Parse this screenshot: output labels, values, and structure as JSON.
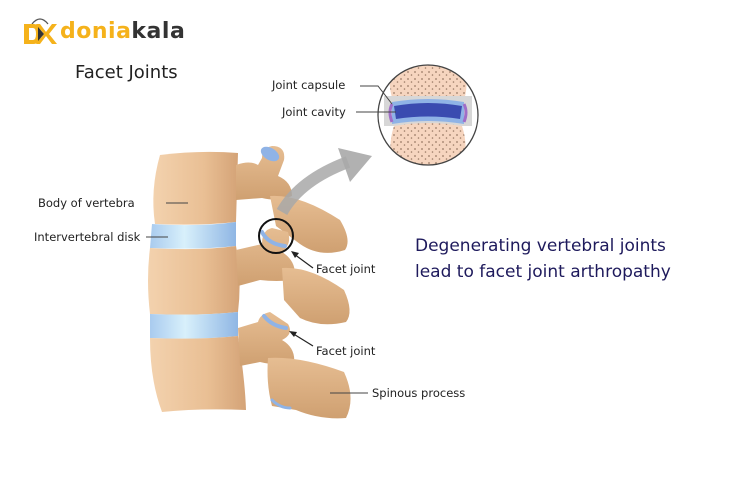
{
  "logo": {
    "mark": "DK",
    "text_primary": "donia",
    "text_secondary": "kala",
    "brand_color": "#f5b21b",
    "secondary_color": "#333333"
  },
  "title": "Facet Joints",
  "labels": {
    "joint_capsule": "Joint capsule",
    "joint_cavity": "Joint cavity",
    "body_of_vertebra": "Body of vertebra",
    "intervertebral_disk": "Intervertebral disk",
    "facet_joint_upper": "Facet joint",
    "facet_joint_lower": "Facet joint",
    "spinous_process": "Spinous process"
  },
  "headline": {
    "line1": "Degenerating vertebral joints",
    "line2": "lead to facet joint arthropathy",
    "color": "#1e1a5c"
  },
  "colors": {
    "bone": "#e9c29a",
    "bone_shadow": "#c99a6c",
    "disk": "#b8d8f0",
    "cartilage": "#8fb3e6",
    "cavity": "#3a4bb0",
    "arrow": "#a8a8a8",
    "marrow": "#f5d3bd"
  }
}
